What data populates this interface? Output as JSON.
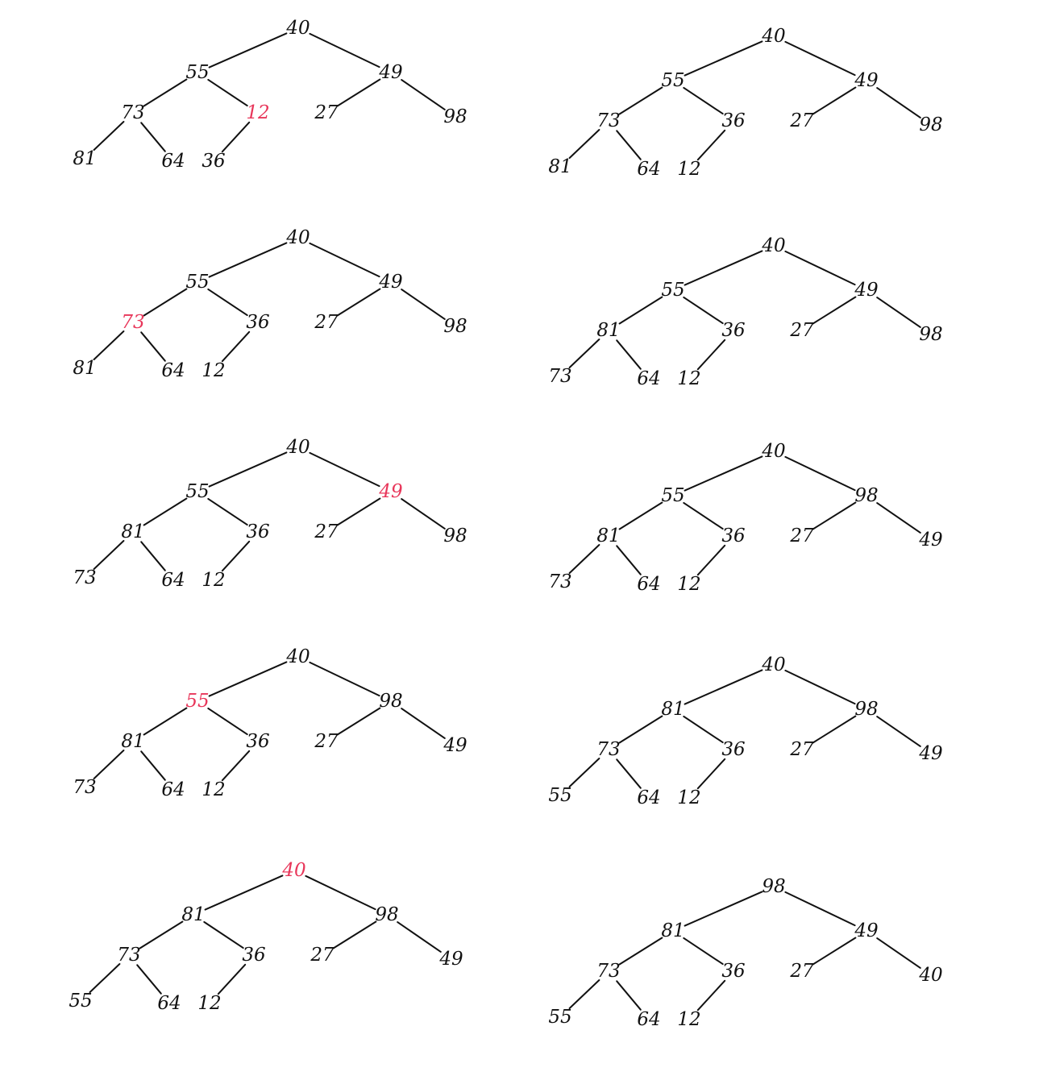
{
  "colors": {
    "line": "#111111",
    "text": "#111111",
    "highlight": "#e8365a"
  },
  "panels": [
    {
      "nodes": [
        "40",
        "55",
        "49",
        "73",
        "12",
        "27",
        "98",
        "81",
        "64",
        "36"
      ],
      "highlight": 4
    },
    {
      "nodes": [
        "40",
        "55",
        "49",
        "73",
        "36",
        "27",
        "98",
        "81",
        "64",
        "12"
      ],
      "highlight": null
    },
    {
      "nodes": [
        "40",
        "55",
        "49",
        "73",
        "36",
        "27",
        "98",
        "81",
        "64",
        "12"
      ],
      "highlight": 3
    },
    {
      "nodes": [
        "40",
        "55",
        "49",
        "81",
        "36",
        "27",
        "98",
        "73",
        "64",
        "12"
      ],
      "highlight": null
    },
    {
      "nodes": [
        "40",
        "55",
        "49",
        "81",
        "36",
        "27",
        "98",
        "73",
        "64",
        "12"
      ],
      "highlight": 2
    },
    {
      "nodes": [
        "40",
        "55",
        "98",
        "81",
        "36",
        "27",
        "49",
        "73",
        "64",
        "12"
      ],
      "highlight": null
    },
    {
      "nodes": [
        "40",
        "55",
        "98",
        "81",
        "36",
        "27",
        "49",
        "73",
        "64",
        "12"
      ],
      "highlight": 1
    },
    {
      "nodes": [
        "40",
        "81",
        "98",
        "73",
        "36",
        "27",
        "49",
        "55",
        "64",
        "12"
      ],
      "highlight": null
    },
    {
      "nodes": [
        "40",
        "81",
        "98",
        "73",
        "36",
        "27",
        "49",
        "55",
        "64",
        "12"
      ],
      "highlight": 0
    },
    {
      "nodes": [
        "98",
        "81",
        "49",
        "73",
        "36",
        "27",
        "40",
        "55",
        "64",
        "12"
      ],
      "highlight": null
    }
  ]
}
